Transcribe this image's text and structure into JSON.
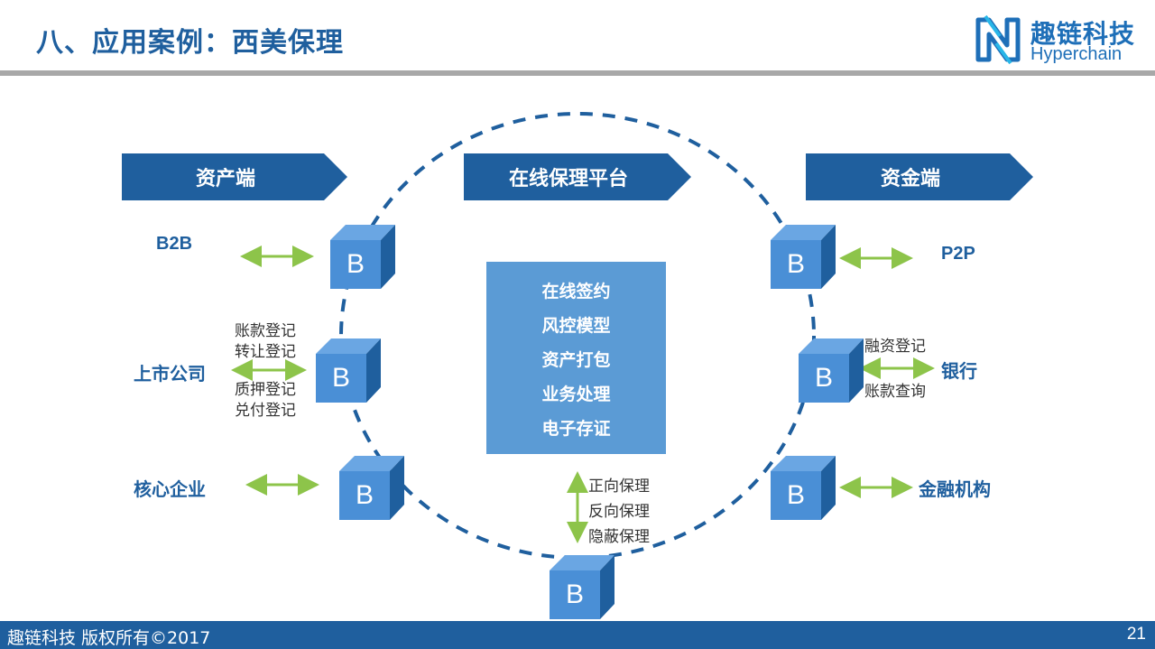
{
  "header": {
    "title": "八、应用案例：西美保理",
    "logo_cn": "趣链科技",
    "logo_en": "Hyperchain"
  },
  "banners": {
    "asset": "资产端",
    "platform": "在线保理平台",
    "fund": "资金端"
  },
  "asset_side": {
    "b2b": "B2B",
    "listed": "上市公司",
    "core": "核心企业",
    "listed_actions": [
      "账款登记",
      "转让登记",
      "质押登记",
      "兑付登记"
    ]
  },
  "platform_functions": [
    "在线签约",
    "风控模型",
    "资产打包",
    "业务处理",
    "电子存证"
  ],
  "factoring_types": [
    "正向保理",
    "反向保理",
    "隐蔽保理"
  ],
  "fund_side": {
    "p2p": "P2P",
    "bank": "银行",
    "finance": "金融机构",
    "bank_actions": [
      "融资登记",
      "账款查询"
    ]
  },
  "node_letter": "B",
  "colors": {
    "primary": "#1f5f9e",
    "box": "#5b9bd5",
    "arrow": "#8dc44a",
    "cube_front": "#4a8fd6"
  },
  "footer": {
    "left": "趣链科技 版权所有©2017",
    "page": "21"
  }
}
